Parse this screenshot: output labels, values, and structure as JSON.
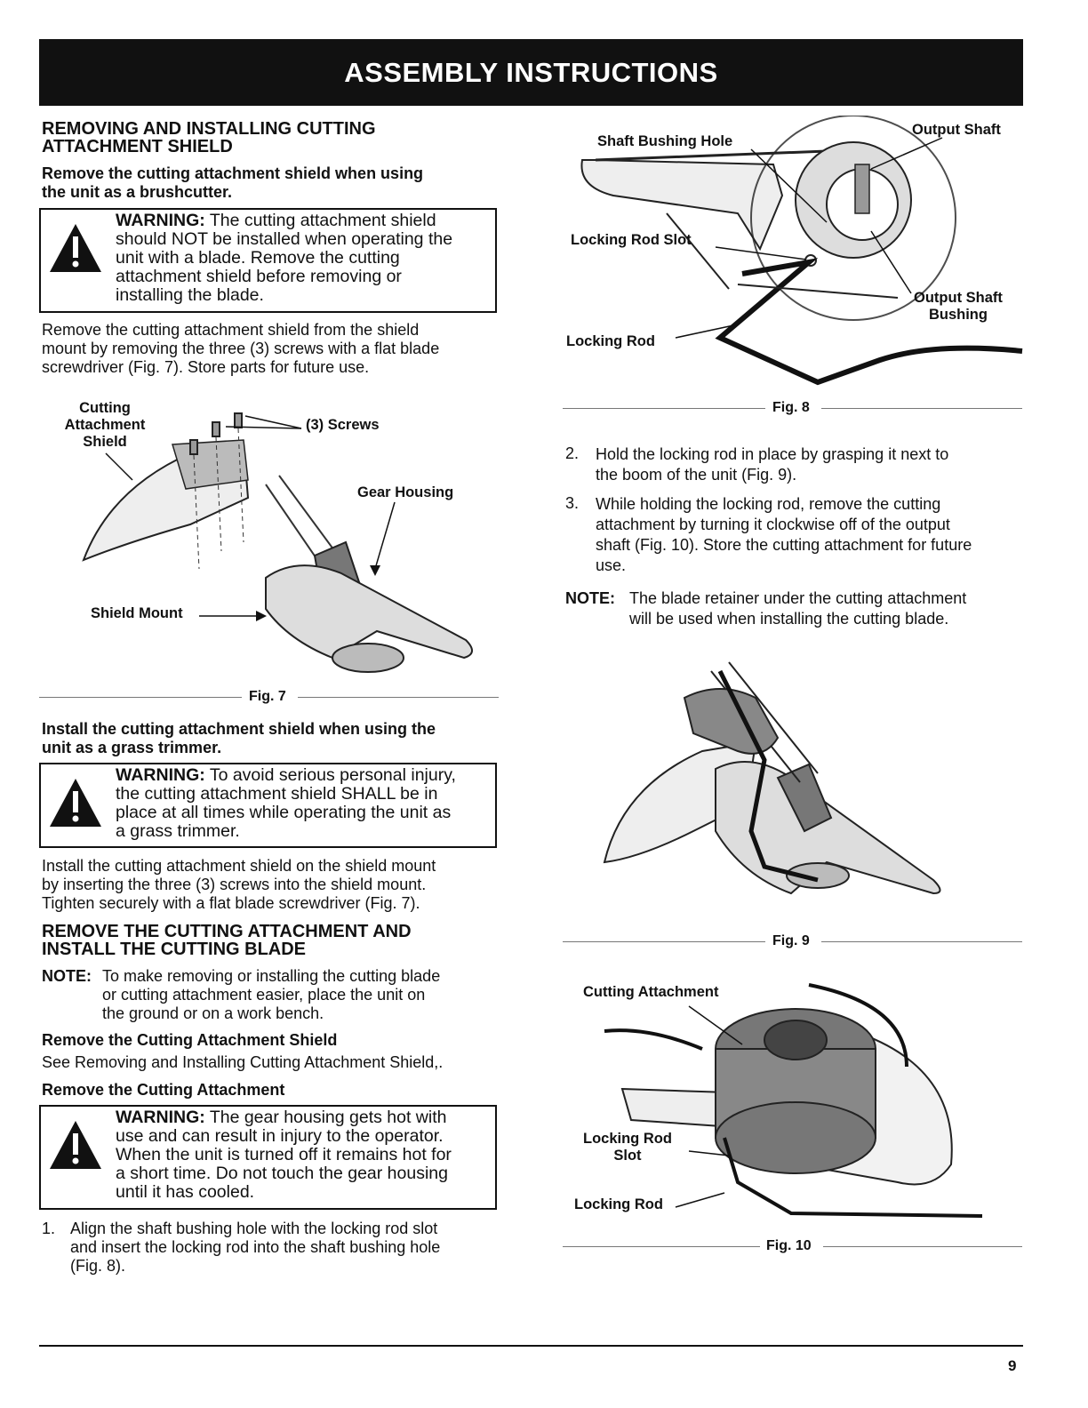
{
  "banner": {
    "title": "ASSEMBLY INSTRUCTIONS"
  },
  "section1": {
    "heading_line1": "REMOVING AND INSTALLING CUTTING",
    "heading_line2": "ATTACHMENT SHIELD",
    "subhead_line1": "Remove the cutting attachment shield when using",
    "subhead_line2": "the unit as a brushcutter.",
    "warning1": {
      "label": "WARNING:",
      "line1": " The cutting attachment shield",
      "line2": "should NOT be installed when operating the",
      "line3": "unit with a blade. Remove the cutting",
      "line4": "attachment shield before removing or",
      "line5": "installing the blade."
    },
    "para_line1": "Remove the cutting attachment shield from the shield",
    "para_line2": "mount by removing the three (3) screws with a flat blade",
    "para_line3": "screwdriver (Fig. 7). Store parts for future use."
  },
  "fig7": {
    "caption": "Fig. 7",
    "label_shield_1": "Cutting",
    "label_shield_2": "Attachment",
    "label_shield_3": "Shield",
    "label_screws": "(3) Screws",
    "label_gear": "Gear Housing",
    "label_mount": "Shield Mount"
  },
  "section2": {
    "subhead_line1": "Install the cutting attachment shield when using the",
    "subhead_line2": "unit as a grass trimmer.",
    "warning2": {
      "label": "WARNING:",
      "line1": " To avoid serious personal injury,",
      "line2": "the cutting attachment shield SHALL be in",
      "line3": "place at all times while operating the unit as",
      "line4": "a grass trimmer."
    },
    "para_line1": "Install the cutting attachment shield on the shield mount",
    "para_line2": "by inserting the three (3) screws into the shield mount.",
    "para_line3": "Tighten securely with a flat blade screwdriver (Fig. 7)."
  },
  "section3": {
    "heading_line1": "REMOVE THE CUTTING ATTACHMENT AND",
    "heading_line2": "INSTALL THE CUTTING BLADE",
    "note_label": "NOTE:",
    "note_line1": "To make removing or installing the cutting blade",
    "note_line2": "or cutting attachment easier, place the unit on",
    "note_line3": "the ground or on a work bench.",
    "sub1": "Remove the Cutting Attachment Shield",
    "sub1_text": "See Removing and Installing Cutting Attachment Shield,.",
    "sub2": "Remove the Cutting Attachment",
    "warning3": {
      "label": "WARNING:",
      "line1": " The gear housing gets hot with",
      "line2": "use and can result in injury to the operator.",
      "line3": "When the unit is turned off it remains hot for",
      "line4": "a short time. Do not touch the gear housing",
      "line5": "until it has cooled."
    },
    "step1_num": "1.",
    "step1_line1": "Align the shaft bushing hole with the locking rod slot",
    "step1_line2": "and insert the locking rod into the shaft bushing hole",
    "step1_line3": "(Fig. 8)."
  },
  "fig8": {
    "caption": "Fig. 8",
    "label_hole": "Shaft Bushing Hole",
    "label_output": "Output Shaft",
    "label_slot": "Locking Rod Slot",
    "label_bushing_1": "Output Shaft",
    "label_bushing_2": "Bushing",
    "label_rod": "Locking Rod"
  },
  "steps": {
    "step2_num": "2.",
    "step2_line1": "Hold the locking rod in place by grasping it next to",
    "step2_line2": "the boom of the unit (Fig. 9).",
    "step3_num": "3.",
    "step3_line1": "While holding the locking rod, remove the cutting",
    "step3_line2": "attachment by turning it clockwise off of the output",
    "step3_line3": "shaft (Fig. 10). Store the cutting attachment for future",
    "step3_line4": "use.",
    "note_label": "NOTE:",
    "note_line1": "The blade retainer under the cutting attachment",
    "note_line2": "will be used when installing the cutting blade."
  },
  "fig9": {
    "caption": "Fig. 9"
  },
  "fig10": {
    "caption": "Fig. 10",
    "label_attachment": "Cutting Attachment",
    "label_slot_1": "Locking Rod",
    "label_slot_2": "Slot",
    "label_rod": "Locking Rod"
  },
  "footer": {
    "page_number": "9"
  }
}
